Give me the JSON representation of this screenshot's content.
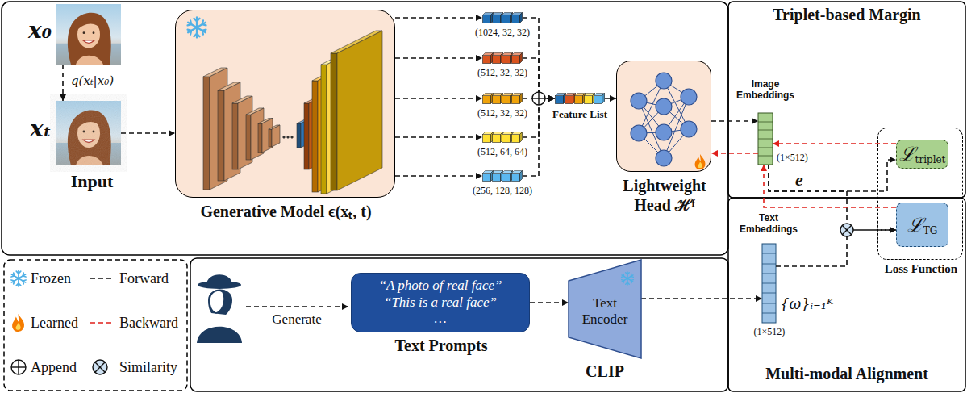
{
  "diagram": {
    "nodes": [
      {
        "text": [
          "x₀"
        ]
      },
      {
        "text": [
          "xₜ"
        ]
      },
      {
        "text": [
          "Generative Model ϵ(xₜ, t)"
        ]
      },
      {
        "text": [
          "(1024, 32, 32)"
        ]
      },
      {
        "text": [
          "(512, 32, 32)"
        ]
      },
      {
        "text": [
          "(512, 32, 32)"
        ]
      },
      {
        "text": [
          "(512, 64, 64)"
        ]
      },
      {
        "text": [
          "(256, 128, 128)"
        ]
      },
      {
        "text": [
          "Feature List"
        ]
      },
      {
        "text": [
          "Lightweight Head ℋᶠ"
        ]
      },
      {
        "text": [
          "Image Embeddings",
          "(1×512)"
        ]
      },
      {
        "text": [
          "Loss Function"
        ]
      },
      {
        "text": [
          "ℒ",
          "triplet"
        ],
        "in": 11
      },
      {
        "text": [
          "ℒ",
          "TG"
        ],
        "in": 11
      },
      {
        "text": [
          "“A photo of real face”",
          "“This is a real face”",
          "…",
          "Text Prompts"
        ]
      },
      {
        "text": [
          "Text Encoder",
          "CLIP"
        ]
      },
      {
        "text": [
          "Text Embeddings",
          "(1×512)"
        ]
      }
    ],
    "edges": [
      {
        "from": 0,
        "to": 1,
        "label": "q(xₜ|x₀)",
        "arrow": "to"
      },
      {
        "from": 1,
        "to": 2,
        "arrow": "to"
      },
      {
        "from": 2,
        "to": 3,
        "arrow": "to"
      },
      {
        "from": 2,
        "to": 4,
        "arrow": "to"
      },
      {
        "from": 2,
        "to": 5,
        "arrow": "to"
      },
      {
        "from": 2,
        "to": 6,
        "arrow": "to"
      },
      {
        "from": 2,
        "to": 7,
        "arrow": "to"
      },
      {
        "from": 3,
        "to": 8,
        "arrow": "to"
      },
      {
        "from": 4,
        "to": 8,
        "arrow": "to"
      },
      {
        "from": 5,
        "to": 8,
        "arrow": "to"
      },
      {
        "from": 6,
        "to": 8,
        "arrow": "to"
      },
      {
        "from": 7,
        "to": 8,
        "arrow": "to"
      },
      {
        "from": 8,
        "to": 9,
        "arrow": "to"
      },
      {
        "from": 9,
        "to": 10,
        "arrow": "to"
      },
      {
        "from": 10,
        "to": 9,
        "arrow": "to"
      },
      {
        "from": 10,
        "to": 12,
        "arrow": "to"
      },
      {
        "from": 12,
        "to": 10,
        "arrow": "to"
      },
      {
        "from": 10,
        "to": 13,
        "arrow": "to"
      },
      {
        "from": 16,
        "to": 13,
        "arrow": "to"
      },
      {
        "from": 13,
        "to": 10,
        "arrow": "to"
      },
      {
        "from": 14,
        "to": 15,
        "arrow": "to"
      },
      {
        "from": 15,
        "to": 16,
        "arrow": "to"
      }
    ],
    "labels": [
      "Input",
      "Triplet-based Margin",
      "e",
      "{ω}ᵢ₌₁ᴷ",
      "Multi-modal Alignment",
      "Generate"
    ],
    "legend": [
      {
        "text": "Frozen"
      },
      {
        "text": "Forward"
      },
      {
        "text": "Learned"
      },
      {
        "text": "Backward"
      },
      {
        "text": "Append"
      },
      {
        "text": "Similarity"
      }
    ]
  }
}
